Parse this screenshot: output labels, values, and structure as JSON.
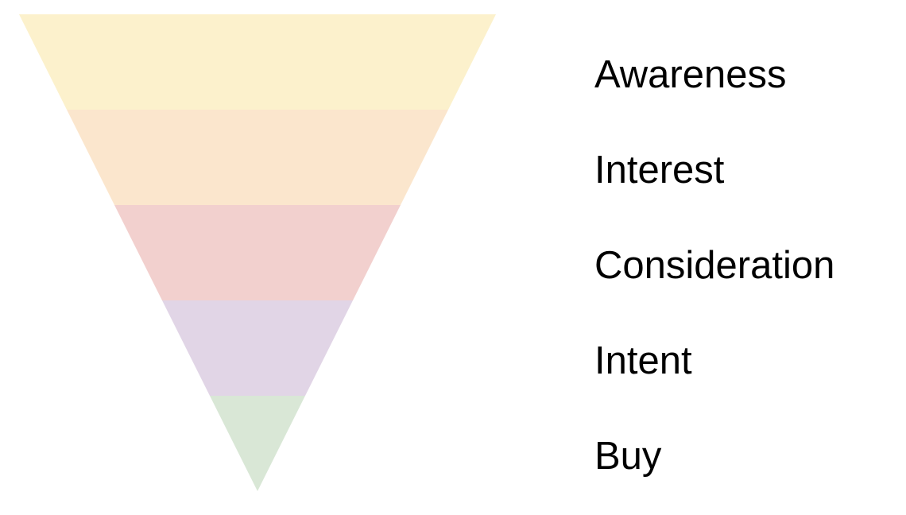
{
  "funnel": {
    "stages": [
      {
        "label": "Awareness",
        "color": "#fcf1cc"
      },
      {
        "label": "Interest",
        "color": "#fbe6cd"
      },
      {
        "label": "Consideration",
        "color": "#f2d0ce"
      },
      {
        "label": "Intent",
        "color": "#e1d5e6"
      },
      {
        "label": "Buy",
        "color": "#d9e7d6"
      }
    ]
  }
}
